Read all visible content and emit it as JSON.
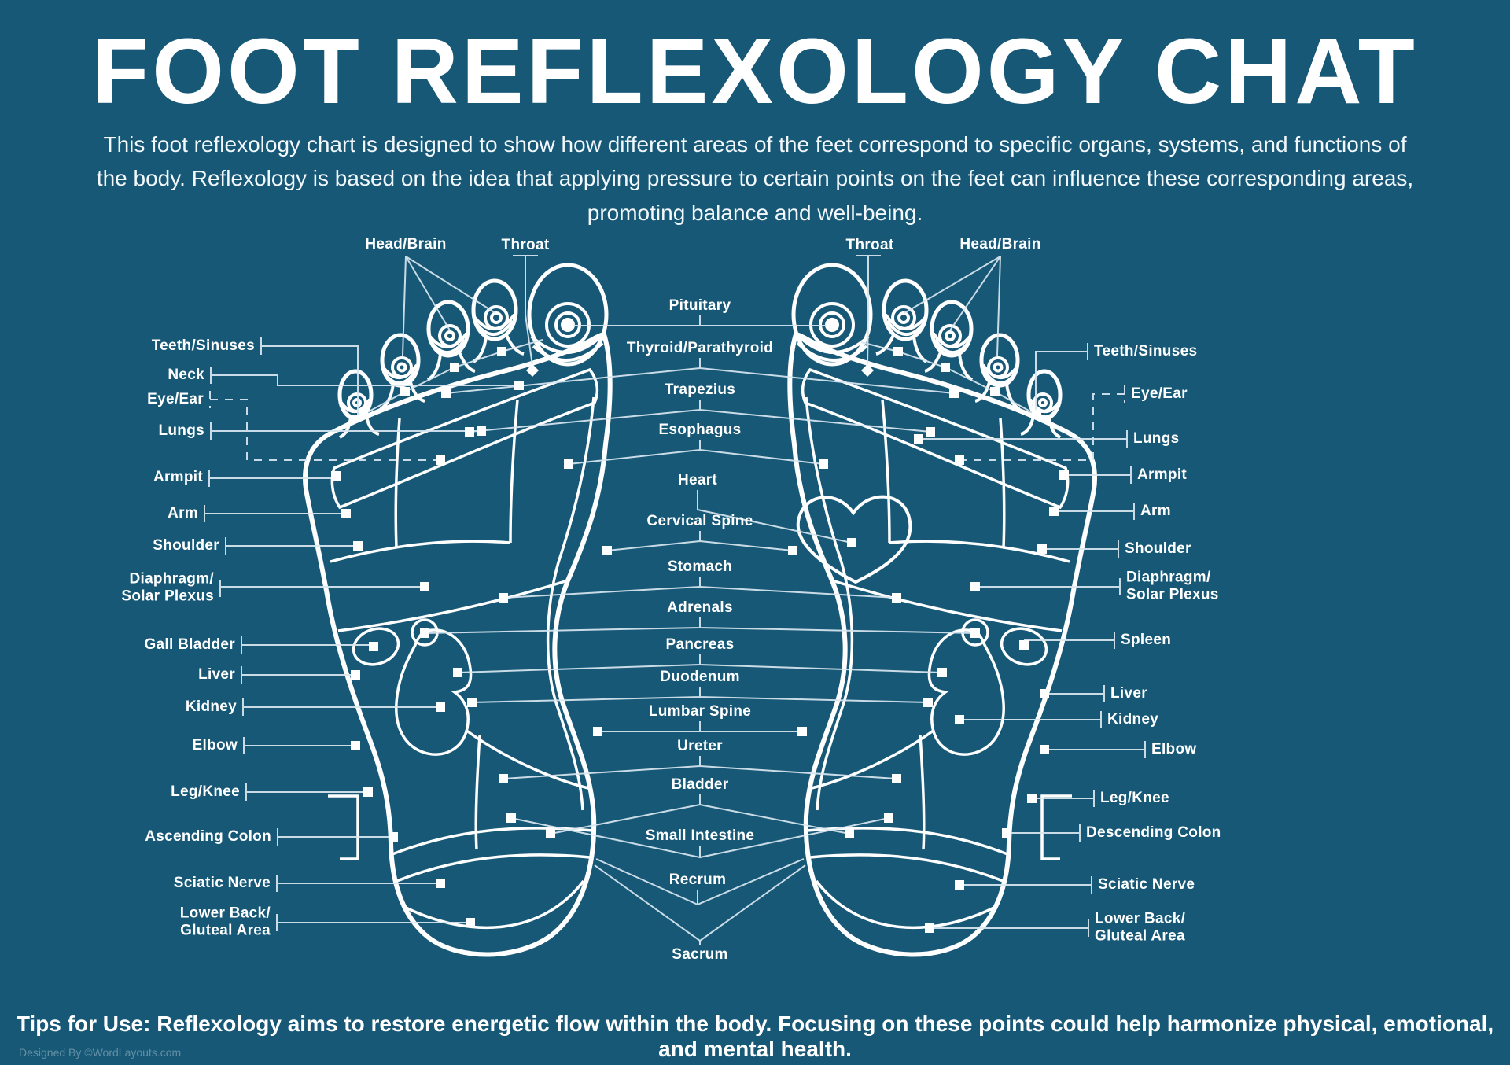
{
  "page": {
    "title": "FOOT REFLEXOLOGY CHAT",
    "subtitle": "This foot reflexology chart is designed to show how different areas of the feet correspond to specific organs, systems, and functions of the body. Reflexology is based on the idea that applying pressure to certain points on the feet can influence these corresponding areas, promoting balance and well-being.",
    "tips": "Tips for Use: Reflexology aims to restore energetic flow within the body. Focusing on these points could help harmonize physical, emotional, and mental health.",
    "credit": "Designed By ©WordLayouts.com"
  },
  "colors": {
    "background": "#175877",
    "text_primary": "#ffffff",
    "foot_line_art": "#ffffff",
    "connector_line": "#d9e7f0"
  },
  "top_labels": {
    "left_head_brain": "Head/Brain",
    "left_throat": "Throat",
    "right_throat": "Throat",
    "right_head_brain": "Head/Brain"
  },
  "center_labels": [
    "Pituitary",
    "Thyroid/Parathyroid",
    "Trapezius",
    "Esophagus",
    "Heart",
    "Cervical Spine",
    "Stomach",
    "Adrenals",
    "Pancreas",
    "Duodenum",
    "Lumbar Spine",
    "Ureter",
    "Bladder",
    "Small Intestine",
    "Recrum",
    "Sacrum"
  ],
  "left_labels": [
    "Teeth/Sinuses",
    "Neck",
    "Eye/Ear",
    "Lungs",
    "Armpit",
    "Arm",
    "Shoulder",
    "Diaphragm/\nSolar Plexus",
    "Gall Bladder",
    "Liver",
    "Kidney",
    "Elbow",
    "Leg/Knee",
    "Ascending Colon",
    "Sciatic Nerve",
    "Lower Back/\nGluteal Area"
  ],
  "right_labels": [
    "Teeth/Sinuses",
    "Eye/Ear",
    "Lungs",
    "Armpit",
    "Arm",
    "Shoulder",
    "Diaphragm/\nSolar Plexus",
    "Spleen",
    "Liver",
    "Kidney",
    "Elbow",
    "Leg/Knee",
    "Descending Colon",
    "Sciatic Nerve",
    "Lower Back/\nGluteal Area"
  ]
}
